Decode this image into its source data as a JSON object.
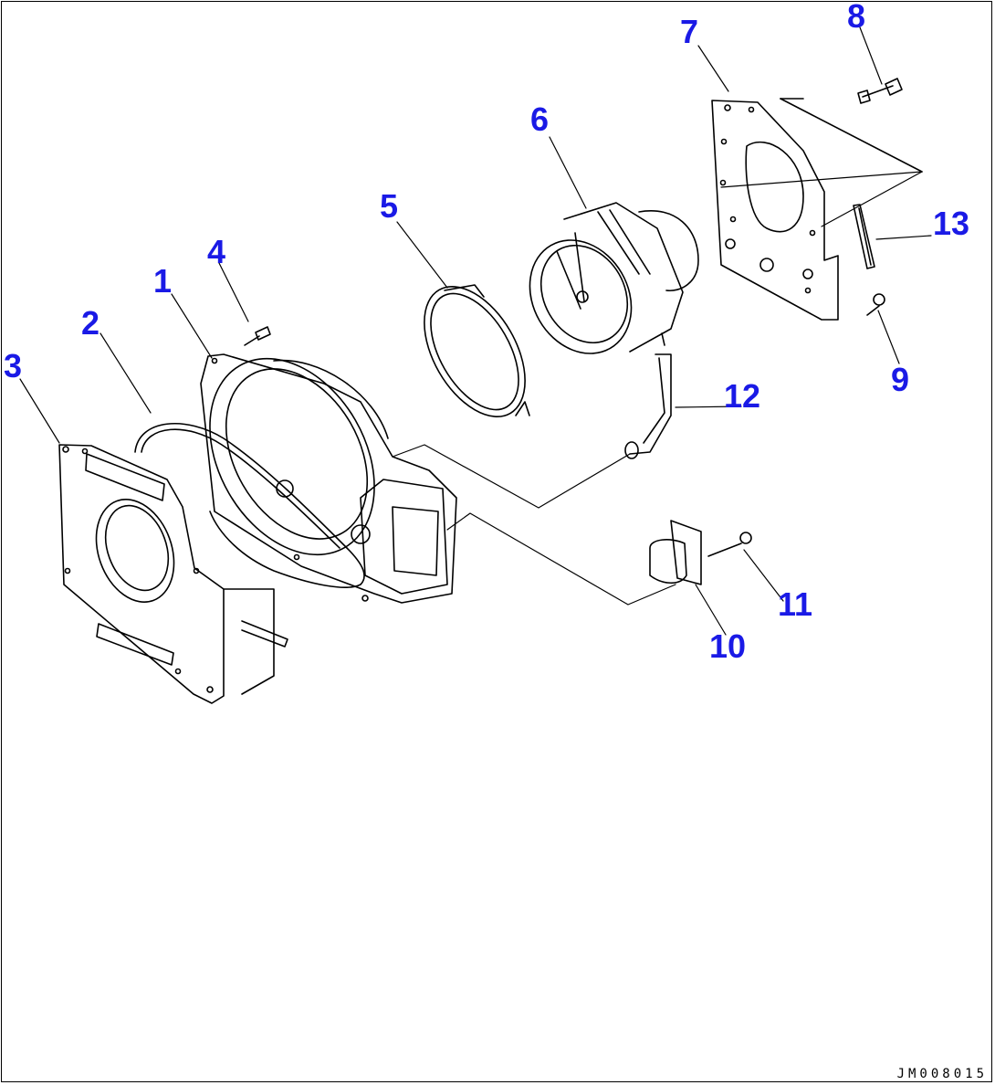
{
  "drawing_code": "JM008015",
  "colors": {
    "callout": "#1a1ae6",
    "line": "#000000",
    "background": "#ffffff"
  },
  "callouts": [
    {
      "id": "1",
      "label": "1"
    },
    {
      "id": "2",
      "label": "2"
    },
    {
      "id": "3",
      "label": "3"
    },
    {
      "id": "4",
      "label": "4"
    },
    {
      "id": "5",
      "label": "5"
    },
    {
      "id": "6",
      "label": "6"
    },
    {
      "id": "7",
      "label": "7"
    },
    {
      "id": "8",
      "label": "8"
    },
    {
      "id": "9",
      "label": "9"
    },
    {
      "id": "10",
      "label": "10"
    },
    {
      "id": "11",
      "label": "11"
    },
    {
      "id": "12",
      "label": "12"
    },
    {
      "id": "13",
      "label": "13"
    }
  ]
}
